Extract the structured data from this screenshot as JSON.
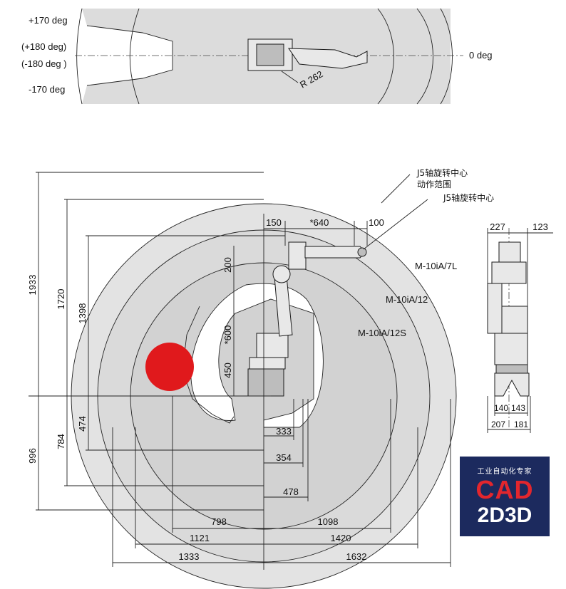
{
  "top_view": {
    "labels": {
      "plus_170": "+170 deg",
      "plus_180": "(+180 deg)",
      "minus_180": "(-180 deg )",
      "minus_170": "-170 deg",
      "zero": "0 deg",
      "radius": "R 262"
    }
  },
  "side_view": {
    "callouts": {
      "j5_range_line1": "J5轴旋转中心",
      "j5_range_line2": "动作范围",
      "j5_center": "J5轴旋转中心"
    },
    "models": {
      "m7l": "M-10iA/7L",
      "m12": "M-10iA/12",
      "m12s": "M-10iA/12S"
    },
    "dims": {
      "d150": "150",
      "d640": "*640",
      "d100": "100",
      "d200": "200",
      "d600": "*600",
      "d450": "450",
      "d1933": "1933",
      "d1720": "1720",
      "d1398": "1398",
      "d996": "996",
      "d784": "784",
      "d474": "474",
      "d333": "333",
      "d354": "354",
      "d478": "478",
      "d798": "798",
      "d1098": "1098",
      "d1121": "1121",
      "d1420": "1420",
      "d1333": "1333",
      "d1632": "1632"
    }
  },
  "front_view": {
    "dims": {
      "d227": "227",
      "d123": "123",
      "d140": "140",
      "d143": "143",
      "d207": "207",
      "d181": "181"
    }
  },
  "logo": {
    "tagline": "工业自动化专家",
    "brand_main": "CAD",
    "brand_sub": "2D3D"
  },
  "colors": {
    "envelope_fill": "#dcdcdc",
    "marker": "#e0191c",
    "logo_bg": "#1c2a5e",
    "logo_accent": "#e3262d"
  }
}
